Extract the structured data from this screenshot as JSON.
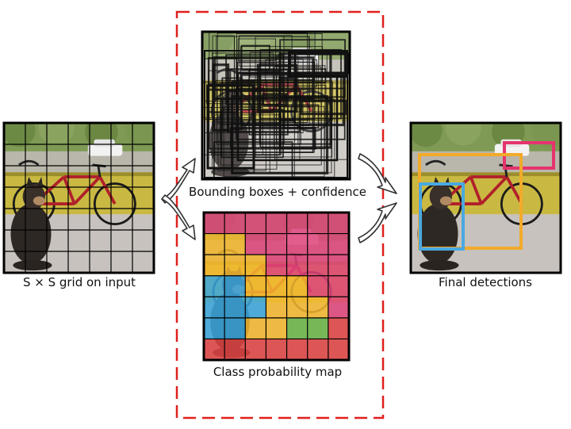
{
  "labels": {
    "input": "S × S grid on input",
    "boxes": "Bounding boxes + confidence",
    "classmap": "Class probability map",
    "final": "Final detections"
  },
  "colors": {
    "dashed_frame": "#e0201c",
    "class_magenta": "#e0457b",
    "class_yellow": "#f4b82e",
    "class_blue": "#3aa6dd",
    "class_green": "#6ab547",
    "class_red": "#e04343",
    "det_pink": "#e6336e",
    "det_yellow": "#f3aa2a",
    "det_blue": "#4aa8e0",
    "grid_line": "#000000",
    "arrow": "#333333"
  },
  "grid_size": 7,
  "class_map_rows": [
    [
      "magenta",
      "magenta",
      "magenta",
      "magenta",
      "magenta",
      "magenta",
      "magenta"
    ],
    [
      "yellow",
      "yellow",
      "magenta",
      "magenta",
      "magenta",
      "magenta",
      "magenta"
    ],
    [
      "yellow",
      "yellow",
      "yellow",
      "magenta",
      "magenta",
      "magenta",
      "magenta"
    ],
    [
      "blue",
      "blue",
      "yellow",
      "yellow",
      "yellow",
      "magenta",
      "magenta"
    ],
    [
      "blue",
      "blue",
      "blue",
      "yellow",
      "yellow",
      "yellow",
      "magenta"
    ],
    [
      "blue",
      "blue",
      "yellow",
      "yellow",
      "green",
      "green",
      "red"
    ],
    [
      "red",
      "red",
      "red",
      "red",
      "red",
      "red",
      "red"
    ]
  ],
  "detections": [
    {
      "class": "car",
      "color": "det_pink"
    },
    {
      "class": "bicycle",
      "color": "det_yellow"
    },
    {
      "class": "dog",
      "color": "det_blue"
    }
  ]
}
